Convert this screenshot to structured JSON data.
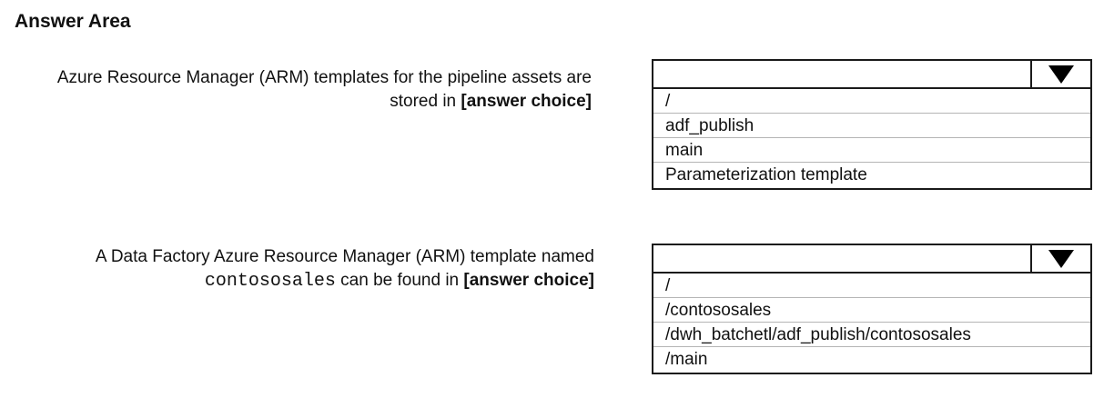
{
  "title": "Answer Area",
  "questions": [
    {
      "line1": "Azure Resource Manager (ARM) templates for the pipeline assets are",
      "line2_text": "stored in ",
      "line2_bold": "[answer choice]",
      "options": [
        "/",
        "adf_publish",
        "main",
        "Parameterization template"
      ]
    },
    {
      "line1": "A Data Factory Azure Resource Manager (ARM) template named",
      "line2_code": "contososales",
      "line2_text": " can be found in ",
      "line2_bold": "[answer choice]",
      "options": [
        "/",
        "/contososales",
        "/dwh_batchetl/adf_publish/contososales",
        "/main"
      ]
    }
  ],
  "icons": {
    "dropdown_arrow": "triangle-down-icon"
  }
}
